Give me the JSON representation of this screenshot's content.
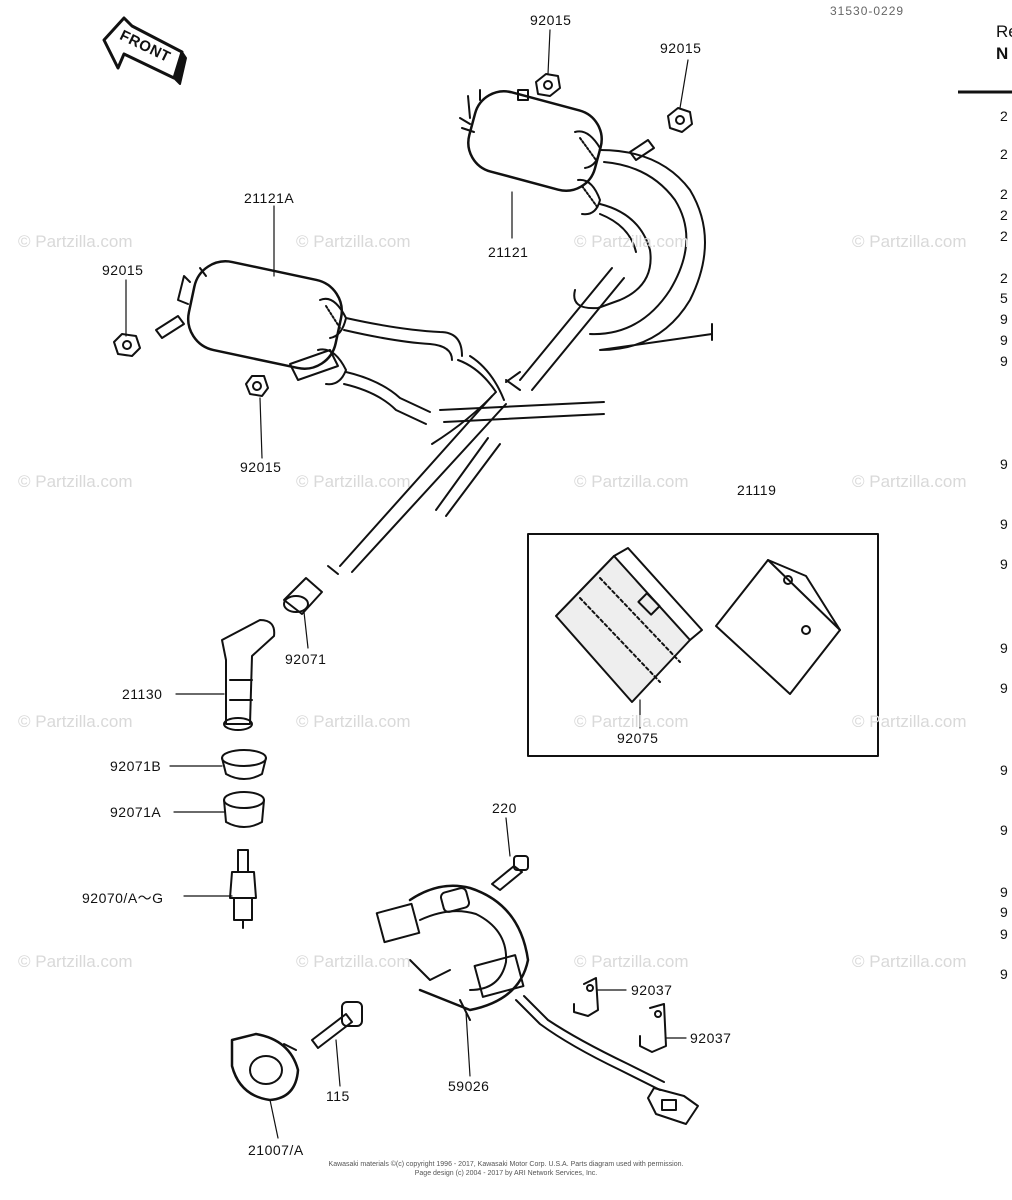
{
  "diagram_id": "31530-0229",
  "front_label": "FRONT",
  "watermark": "© Partzilla.com",
  "header_cut": [
    "Re",
    "N"
  ],
  "labels": {
    "p92015_top": "92015",
    "p92015_top2": "92015",
    "p21121A": "21121A",
    "p21121": "21121",
    "p92015_left": "92015",
    "p92015_lower": "92015",
    "p21119": "21119",
    "p92071": "92071",
    "p21130": "21130",
    "p92075": "92075",
    "p92071B": "92071B",
    "p92071A": "92071A",
    "p220": "220",
    "p92070": "92070/A～G",
    "p92037a": "92037",
    "p92037b": "92037",
    "p59026": "59026",
    "p115": "115",
    "p21007": "21007/A"
  },
  "side_column": [
    "2",
    "2",
    "2",
    "2",
    "2",
    "2",
    "5",
    "9",
    "9",
    "9",
    "9",
    "9",
    "9",
    "9",
    "9",
    "9",
    "9",
    "9",
    "9",
    "9",
    "9"
  ],
  "footer": [
    "Kawasaki materials ©(c) copyright 1996 - 2017, Kawasaki Motor Corp. U.S.A.   Parts diagram used with permission.",
    "Page design (c) 2004 - 2017 by ARI Network Services, Inc."
  ]
}
